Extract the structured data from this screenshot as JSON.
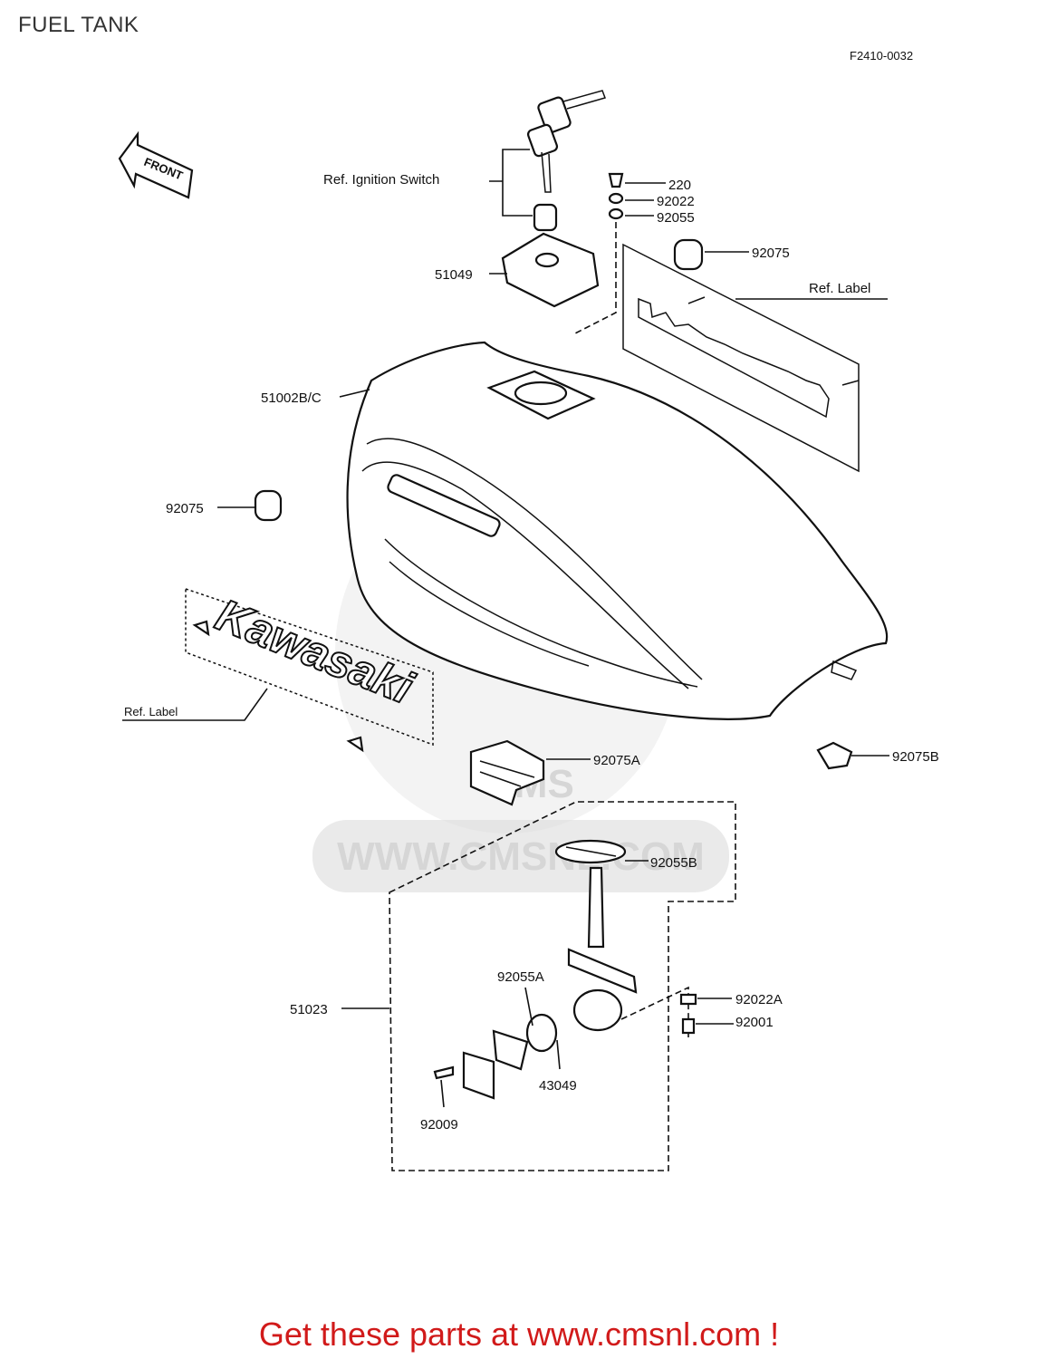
{
  "page": {
    "title": "FUEL TANK",
    "diagram_code": "F2410-0032",
    "footer_text": "Get these parts at www.cmsnl.com !"
  },
  "watermark": {
    "text": "WWW.CMSNL.COM",
    "logo_text": "CMS"
  },
  "front_arrow": {
    "label": "FRONT"
  },
  "tank_label": {
    "brand_text": "Kawasaki"
  },
  "labels": {
    "ref_ignition_switch": "Ref. Ignition Switch",
    "p220": "220",
    "p92022": "92022",
    "p92055": "92055",
    "p92075_top": "92075",
    "ref_label_top": "Ref. Label",
    "p51049": "51049",
    "p51002": "51002B/C",
    "p92075_left": "92075",
    "ref_label_left": "Ref. Label",
    "p92075a": "92075A",
    "p92075b": "92075B",
    "p92055b": "92055B",
    "p51023": "51023",
    "p92055a": "92055A",
    "p92022a": "92022A",
    "p92001": "92001",
    "p43049": "43049",
    "p92009": "92009"
  }
}
